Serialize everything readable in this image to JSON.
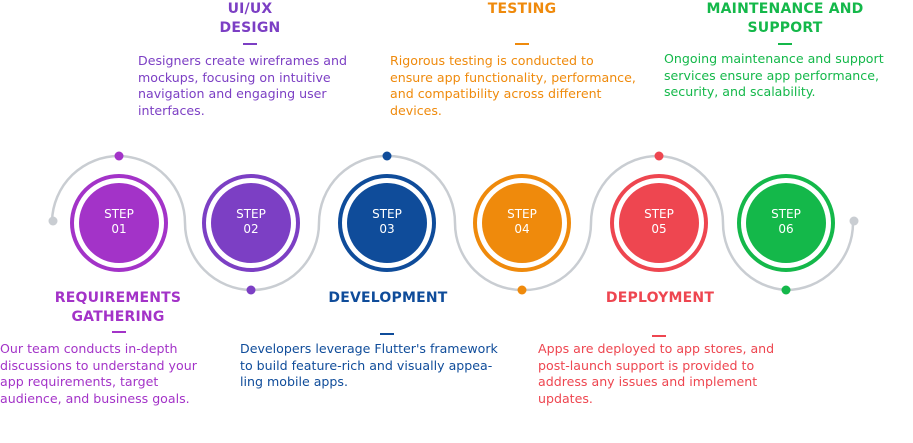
{
  "steps": [
    {
      "id": "01",
      "step_word": "STEP",
      "number": "01",
      "color": "#a333c8",
      "title_lines": [
        "REQUIREMENTS",
        "GATHERING"
      ],
      "description_lines": [
        "Our team conducts in-depth",
        "discussions to understand your",
        "app requirements, target",
        "audience, and business goals."
      ]
    },
    {
      "id": "02",
      "step_word": "STEP",
      "number": "02",
      "color": "#7c3fc4",
      "title_lines": [
        "UI/UX",
        "DESIGN"
      ],
      "description_lines": [
        "Designers create wireframes and",
        "mockups, focusing on intuitive",
        "navigation and engaging user",
        "interfaces."
      ]
    },
    {
      "id": "03",
      "step_word": "STEP",
      "number": "03",
      "color": "#0f4c9a",
      "title_lines": [
        "DEVELOPMENT"
      ],
      "description_lines": [
        "Developers leverage Flutter's framework",
        "to build feature-rich and visually appea-",
        "ling mobile apps."
      ]
    },
    {
      "id": "04",
      "step_word": "STEP",
      "number": "04",
      "color": "#ef8a0c",
      "title_lines": [
        "TESTING"
      ],
      "description_lines": [
        "Rigorous testing is conducted to",
        "ensure app functionality, performance,",
        "and compatibility across different",
        "devices."
      ]
    },
    {
      "id": "05",
      "step_word": "STEP",
      "number": "05",
      "color": "#ee4650",
      "title_lines": [
        "DEPLOYMENT"
      ],
      "description_lines": [
        "Apps are deployed to app stores, and",
        "post-launch support is provided to",
        "address any issues and implement",
        "updates."
      ]
    },
    {
      "id": "06",
      "step_word": "STEP",
      "number": "06",
      "color": "#14b84a",
      "title_lines": [
        "MAINTENANCE AND",
        "SUPPORT"
      ],
      "description_lines": [
        "Ongoing maintenance and support",
        "services ensure app performance,",
        "security, and scalability."
      ]
    }
  ],
  "connector_color": "#c9cdd2"
}
